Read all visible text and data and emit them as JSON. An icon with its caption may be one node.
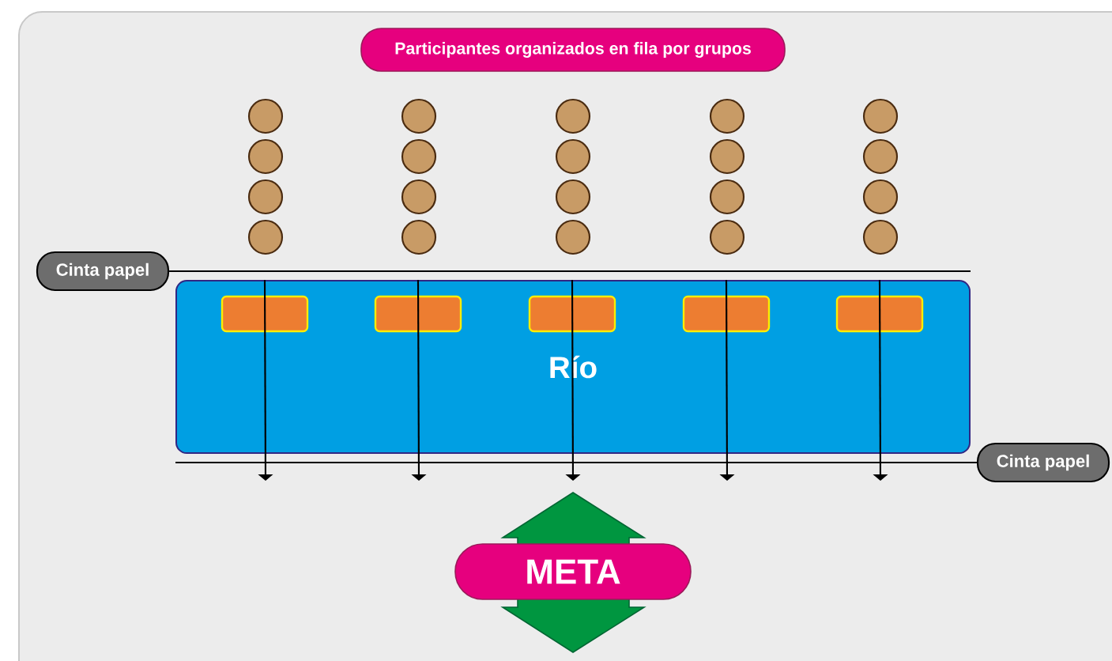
{
  "diagram": {
    "nodes": [
      {
        "text": [
          "Participantes organizados en fila por grupos"
        ]
      },
      {
        "text": [
          "Cinta papel"
        ]
      },
      {
        "text": [
          "Río"
        ]
      },
      {
        "text": [],
        "shape": "box",
        "in": 2
      },
      {
        "text": [],
        "shape": "box",
        "in": 2
      },
      {
        "text": [],
        "shape": "box",
        "in": 2
      },
      {
        "text": [],
        "shape": "box",
        "in": 2
      },
      {
        "text": [],
        "shape": "box",
        "in": 2
      },
      {
        "text": [],
        "shape": "circle"
      },
      {
        "text": [],
        "shape": "circle"
      },
      {
        "text": [],
        "shape": "circle"
      },
      {
        "text": [],
        "shape": "circle"
      },
      {
        "text": [],
        "shape": "circle"
      },
      {
        "text": [],
        "shape": "circle"
      },
      {
        "text": [],
        "shape": "circle"
      },
      {
        "text": [],
        "shape": "circle"
      },
      {
        "text": [],
        "shape": "circle"
      },
      {
        "text": [],
        "shape": "circle"
      },
      {
        "text": [],
        "shape": "circle"
      },
      {
        "text": [],
        "shape": "circle"
      },
      {
        "text": [],
        "shape": "circle"
      },
      {
        "text": [],
        "shape": "circle"
      },
      {
        "text": [],
        "shape": "circle"
      },
      {
        "text": [],
        "shape": "circle"
      },
      {
        "text": [],
        "shape": "circle"
      },
      {
        "text": [],
        "shape": "circle"
      },
      {
        "text": [],
        "shape": "circle"
      },
      {
        "text": [],
        "shape": "circle"
      },
      {
        "text": [
          "Cinta papel"
        ]
      },
      {
        "text": [
          "META"
        ]
      }
    ],
    "edges": [
      {
        "from": 1,
        "to": null,
        "arrow": "none"
      },
      {
        "from": 28,
        "to": null,
        "arrow": "none"
      },
      {
        "from": 3,
        "to": null,
        "arrow": "to"
      },
      {
        "from": 4,
        "to": null,
        "arrow": "to"
      },
      {
        "from": 5,
        "to": null,
        "arrow": "to"
      },
      {
        "from": 6,
        "to": null,
        "arrow": "to"
      },
      {
        "from": 7,
        "to": null,
        "arrow": "to"
      }
    ]
  }
}
